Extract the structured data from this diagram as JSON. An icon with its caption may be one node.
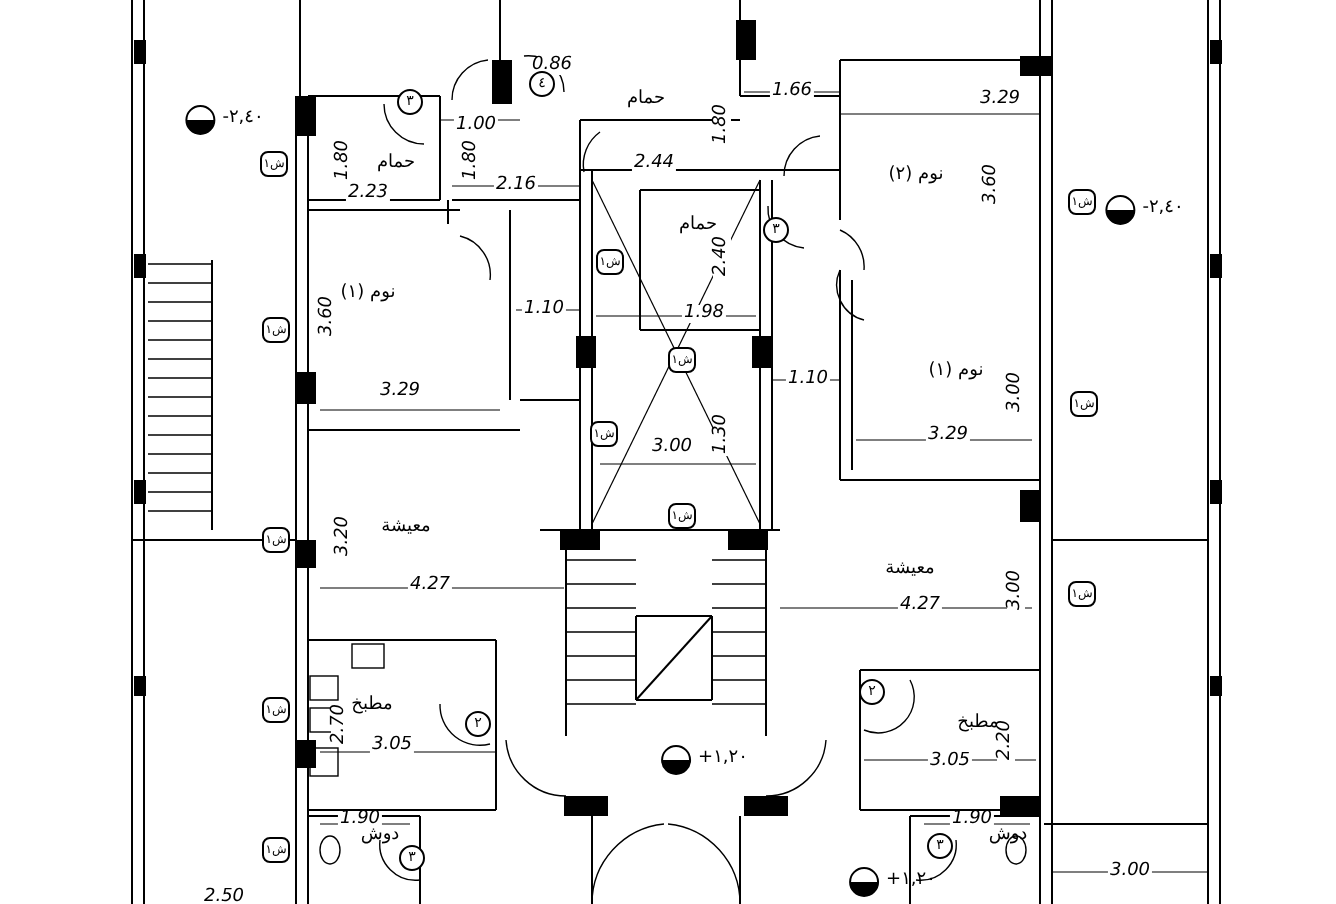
{
  "diagram": {
    "labels": [
      "0.86",
      "حمام",
      "-٢,٤٠",
      "1.00",
      "1.80",
      "1.80",
      "حمام",
      "2.23",
      "2.16",
      "2.44",
      "1.66",
      "1.80",
      "3.29",
      "نوم (٢)",
      "3.60",
      "-٢,٤٠",
      "حمام",
      "2.40",
      "نوم (١)",
      "3.60",
      "1.10",
      "1.98",
      "1.10",
      "نوم (١)",
      "3.00",
      "3.29",
      "3.29",
      "3.00",
      "1.30",
      "معيشة",
      "3.20",
      "معيشة",
      "4.27",
      "4.27",
      "3.00",
      "مطبخ",
      "2.70",
      "3.05",
      "+١,٢٠",
      "مطبخ",
      "2.20",
      "3.05",
      "1.90",
      "دوش",
      "1.90",
      "دوش",
      "+١,٢٠",
      "2.50",
      "3.00",
      "٣",
      "٤",
      "٣",
      "٢",
      "٢",
      "٣",
      "٣",
      "ش١",
      "ش١",
      "ش١",
      "ش١",
      "ش١",
      "ش١",
      "ش١",
      "ش١",
      "ش١",
      "ش١",
      "ش١",
      "ش١"
    ]
  }
}
